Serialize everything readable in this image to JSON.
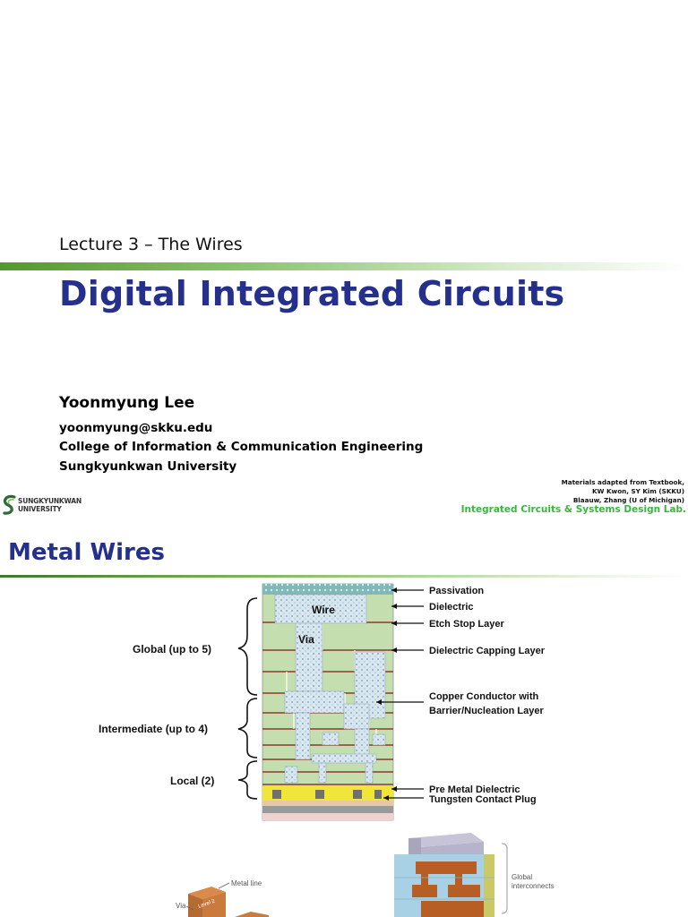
{
  "slide1": {
    "lecture": "Lecture 3 – The Wires",
    "title": "Digital Integrated Circuits",
    "author": "Yoonmyung Lee",
    "email": "yoonmyung@skku.edu",
    "college": "College of Information & Communication Engineering",
    "university": "Sungkyunkwan University",
    "logo_line1": "SUNGKYUNKWAN",
    "logo_line2": "UNIVERSITY",
    "credits": [
      "Materials adapted from Textbook,",
      "KW Kwon, SY Kim (SKKU)",
      "Blaauw, Zhang (U of Michigan)"
    ],
    "lab": "Integrated Circuits & Systems Design Lab."
  },
  "slide2": {
    "title": "Metal Wires",
    "brace_labels": [
      "Global (up to 5)",
      "Intermediate (up to 4)",
      "Local (2)"
    ],
    "inner_labels": [
      "Wire",
      "Via"
    ],
    "layer_labels": [
      "Passivation",
      "Dielectric",
      "Etch Stop Layer",
      "Dielectric Capping Layer",
      "Copper Conductor with",
      "Barrier/Nucleation Layer",
      "Pre Metal Dielectric",
      "Tungsten Contact Plug"
    ],
    "small_labels": [
      "Metal line",
      "Via",
      "Level 2"
    ],
    "right_labels": [
      "Global",
      "interconnects"
    ]
  },
  "colors": {
    "title_blue": "#25308c",
    "lab_green": "#39b53e",
    "bar_green": "#4f9a2e"
  }
}
